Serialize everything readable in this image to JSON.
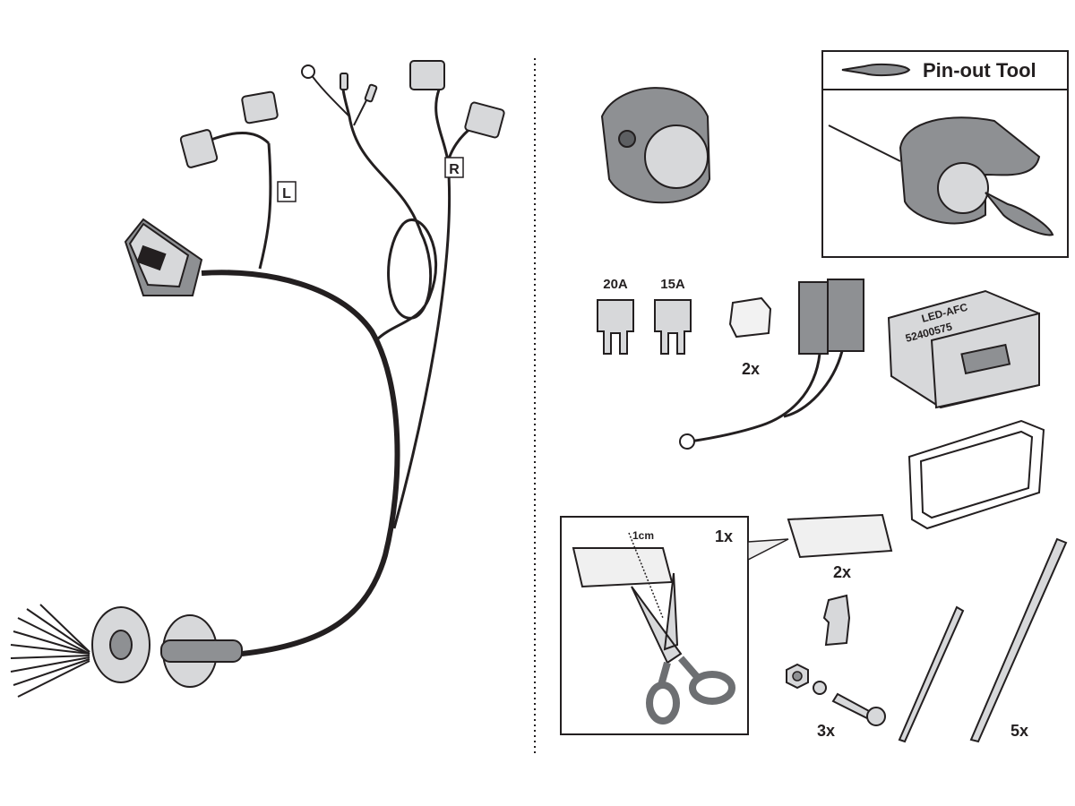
{
  "left_panel": {
    "wire_labels": {
      "left": "L",
      "right": "R"
    }
  },
  "right_panel": {
    "pinout_tool": {
      "title": "Pin-out Tool"
    },
    "fuses": [
      {
        "rating": "20A"
      },
      {
        "rating": "15A"
      }
    ],
    "fuse_cap_quantity": "2x",
    "module": {
      "line1": "LED-AFC",
      "line2": "52400575"
    },
    "tape_instruction": {
      "quantity": "1x",
      "cut_mark": "1cm"
    },
    "tape_quantity": "2x",
    "screw_set_quantity": "3x",
    "cable_tie_quantity": "5x"
  },
  "colors": {
    "line": "#231f20",
    "part_fill": "#d7d8da",
    "dark_fill": "#8e9093"
  }
}
